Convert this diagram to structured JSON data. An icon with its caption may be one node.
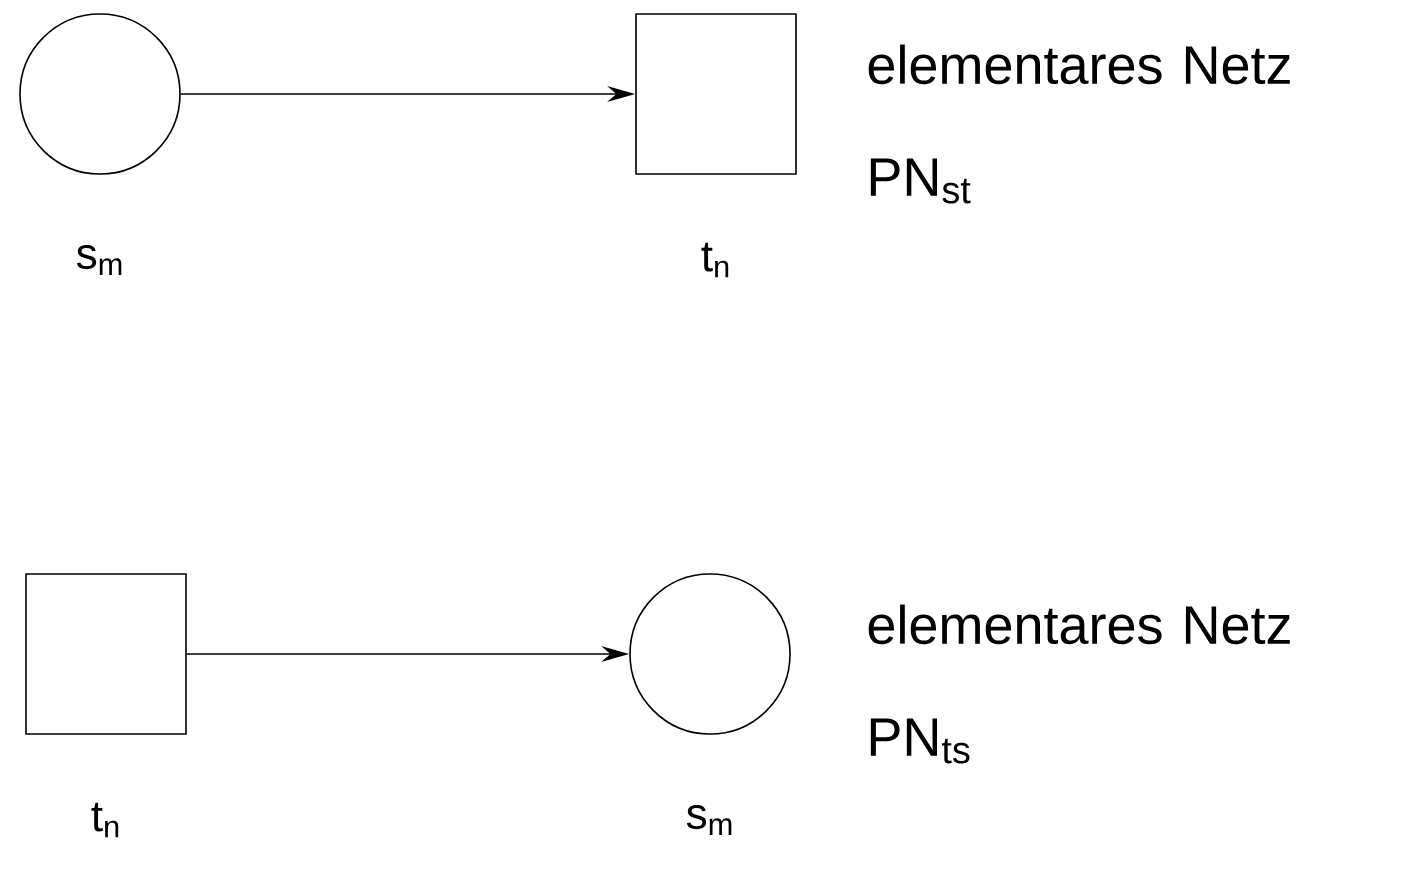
{
  "diagram": {
    "nodes": [
      {
        "text": [],
        "shape": "circle",
        "beside": [
          "s$_{m}$"
        ]
      },
      {
        "text": [],
        "shape": "box",
        "beside": [
          "t$_{n}$"
        ]
      },
      {
        "text": [],
        "shape": "box",
        "beside": [
          "t$_{n}$"
        ]
      },
      {
        "text": [],
        "shape": "circle",
        "beside": [
          "s$_{m}$"
        ]
      }
    ],
    "edges": [
      {
        "from": 0,
        "to": 1,
        "arrow": "to"
      },
      {
        "from": 2,
        "to": 3,
        "arrow": "to"
      }
    ],
    "labels": [
      "elementares Netz PN$_{st}$",
      "elementares Netz PN$_{ts}$"
    ]
  }
}
